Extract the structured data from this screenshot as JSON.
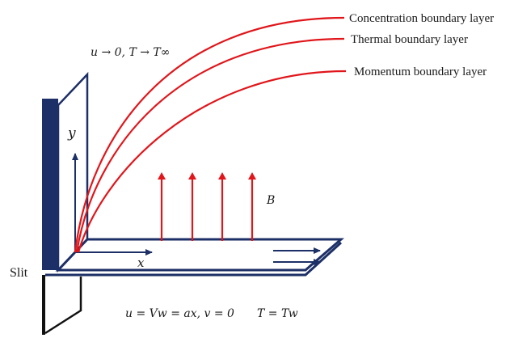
{
  "labels": {
    "concentration": "Concentration boundary layer",
    "thermal": "Thermal boundary layer",
    "momentum": "Momentum boundary layer",
    "slit": "Slit",
    "y_axis": "y",
    "x_axis": "x",
    "magnetic_field": "B",
    "far_field": "u → 0, T → T∞",
    "wall_condition_velocity": "u = Vw = ax, v = 0",
    "wall_condition_temperature": "T = Tw"
  },
  "colors": {
    "boundary_curves": "#e0161b",
    "magnetic_arrows": "#e0161b",
    "plate": "#1c2f66",
    "wall_bar": "#1c2f66",
    "text": "#1a1a1a"
  },
  "magnetic_arrow_count": 4,
  "flow_arrow_count": 2
}
